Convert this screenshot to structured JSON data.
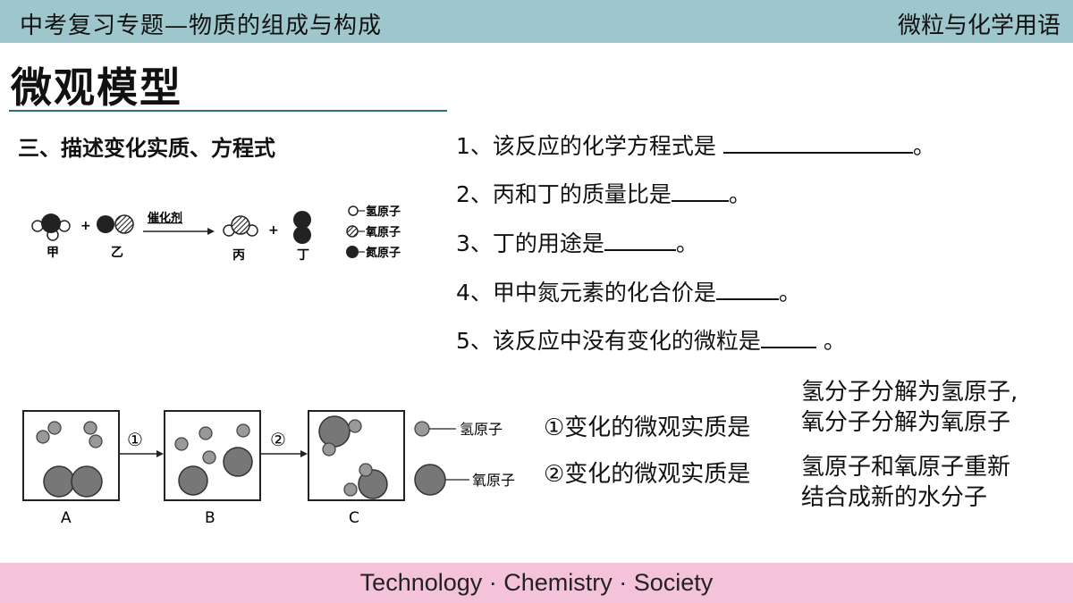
{
  "header": {
    "left": "中考复习专题—物质的组成与构成",
    "right": "微粒与化学用语"
  },
  "title": "微观模型",
  "section_heading": "三、描述变化实质、方程式",
  "reaction": {
    "reactant_a": "甲",
    "plus1": "+",
    "reactant_b": "乙",
    "catalyst": "催化剂",
    "product_c": "丙",
    "plus2": "+",
    "product_d": "丁",
    "legend": [
      "氢原子",
      "氧原子",
      "氮原子"
    ]
  },
  "questions": [
    {
      "text": "1、该反应的化学方程式是",
      "end": "。"
    },
    {
      "text": "2、丙和丁的质量比是",
      "end": "。"
    },
    {
      "text": "3、丁的用途是",
      "end": "。"
    },
    {
      "text": "4、甲中氮元素的化合价是",
      "end": "。"
    },
    {
      "text": "5、该反应中没有变化的微粒是",
      "end": " 。"
    }
  ],
  "process": {
    "boxes": [
      "A",
      "B",
      "C"
    ],
    "steps": [
      "①",
      "②"
    ],
    "legend": [
      "氢原子",
      "氧原子"
    ]
  },
  "essence": [
    {
      "label": "①变化的微观实质是",
      "answer": [
        "氢分子分解为氢原子,",
        "氧分子分解为氧原子"
      ]
    },
    {
      "label": "②变化的微观实质是",
      "answer": [
        "氢原子和氧原子重新",
        "结合成新的水分子"
      ]
    }
  ],
  "footer": "Technology · Chemistry · Society"
}
